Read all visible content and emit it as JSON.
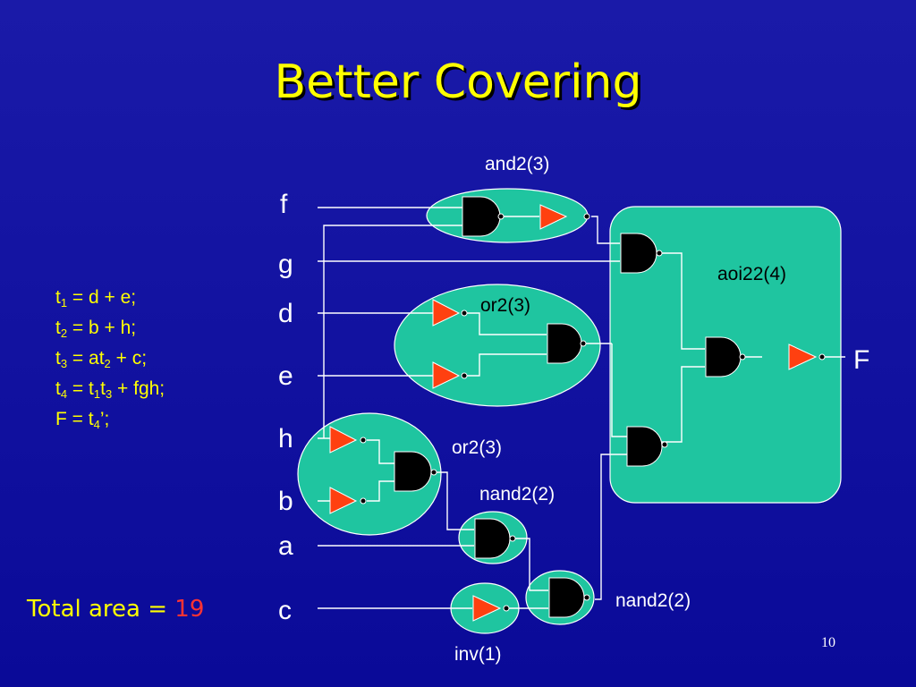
{
  "title": "Better Covering",
  "equations": {
    "t1": {
      "lhs": "t",
      "sub": "1",
      "rhs": " = d + e;"
    },
    "t2": {
      "lhs": "t",
      "sub": "2",
      "rhs": " = b + h;"
    },
    "t3": {
      "lhs": "t",
      "sub": "3",
      "mid1": " = at",
      "sub2": "2",
      "rhs": " + c;"
    },
    "t4": {
      "lhs": "t",
      "sub": "4",
      "mid1": " = t",
      "sub2": "1",
      "mid2": "t",
      "sub3": "3",
      "rhs": " + fgh;"
    },
    "f": {
      "lhs": "F = t",
      "sub": "4",
      "rhs": "’;"
    }
  },
  "total": {
    "label": "Total area = ",
    "value": "19"
  },
  "page_number": "10",
  "inputs": {
    "f": "f",
    "g": "g",
    "d": "d",
    "e": "e",
    "h": "h",
    "b": "b",
    "a": "a",
    "c": "c"
  },
  "output": "F",
  "cells": {
    "and2": "and2(3)",
    "aoi22": "aoi22(4)",
    "or2_top": "or2(3)",
    "or2_bottom": "or2(3)",
    "nand2_upper": "nand2(2)",
    "nand2_lower": "nand2(2)",
    "inv": "inv(1)"
  },
  "colors": {
    "background": "#0a0a98",
    "title": "#ffff00",
    "cell_fill": "#1fc5a0",
    "inverter": "#ff4010",
    "total_value": "#ff3333"
  }
}
